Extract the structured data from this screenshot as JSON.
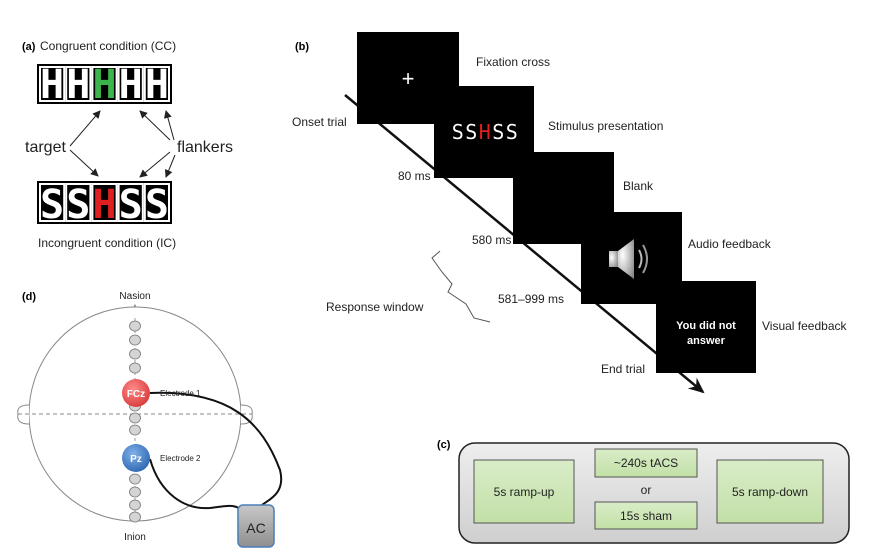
{
  "panel_a": {
    "label": "(a)",
    "congruent_title": "Congruent condition (CC)",
    "congruent_letters": [
      "H",
      "H",
      "H",
      "H",
      "H"
    ],
    "incongruent_title": "Incongruent condition (IC)",
    "incongruent_letters": [
      "S",
      "S",
      "H",
      "S",
      "S"
    ],
    "target_label": "target",
    "flankers_label": "flankers",
    "colors": {
      "congruent_target": "#3cb44b",
      "incongruent_target": "#e02020"
    }
  },
  "panel_b": {
    "label": "(b)",
    "onset_label": "Onset trial",
    "end_label": "End trial",
    "fixation_symbol": "+",
    "fixation_label": "Fixation cross",
    "stimulus_label": "Stimulus presentation",
    "stimulus_letters": [
      "S",
      "S",
      "H",
      "S",
      "S"
    ],
    "blank_label": "Blank",
    "audio_label": "Audio feedback",
    "audio_icon": "speaker-icon",
    "visual_label": "Visual feedback",
    "visual_message": [
      "You did not",
      "answer"
    ],
    "time_80": "80 ms",
    "time_580": "580 ms",
    "time_581": "581–999 ms",
    "response_window_label": "Response window"
  },
  "panel_c": {
    "label": "(c)",
    "ramp_up": "5s ramp-up",
    "tacs": "~240s tACS",
    "or": "or",
    "sham": "15s sham",
    "ramp_down": "5s ramp-down"
  },
  "panel_d": {
    "label": "(d)",
    "nasion": "Nasion",
    "inion": "Inion",
    "fcz": "FCz",
    "pz": "Pz",
    "electrode1": "Electrode 1",
    "electrode2": "Electrode 2",
    "ac": "AC",
    "colors": {
      "fcz": "#e8474a",
      "pz": "#3a78c2"
    }
  }
}
